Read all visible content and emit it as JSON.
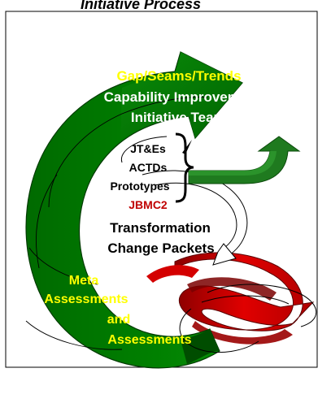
{
  "title": "Initiative Process",
  "labels": {
    "gap": "Gap/Seams/Trends",
    "cap_line1": "Capability Improvement",
    "cap_line2": "Initiative Teams",
    "jtes": "JT&Es",
    "actds": "ACTDs",
    "prototypes": "Prototypes",
    "jbmc2": "JBMC2",
    "trans_line1": "Transformation",
    "trans_line2": "Change Packets",
    "meta_line1": "Meta",
    "meta_line2": "Assessments",
    "meta_line3": "and",
    "meta_line4": "Assessments"
  },
  "colors": {
    "arrow_green": "#007a00",
    "arrow_green_dark": "#004d00",
    "arrow_red": "#cc0000",
    "arrow_red_dark": "#7a0000",
    "label_yellow": "#ffff00",
    "label_white": "#ffffff",
    "label_red": "#c00000",
    "label_black": "#000000"
  }
}
